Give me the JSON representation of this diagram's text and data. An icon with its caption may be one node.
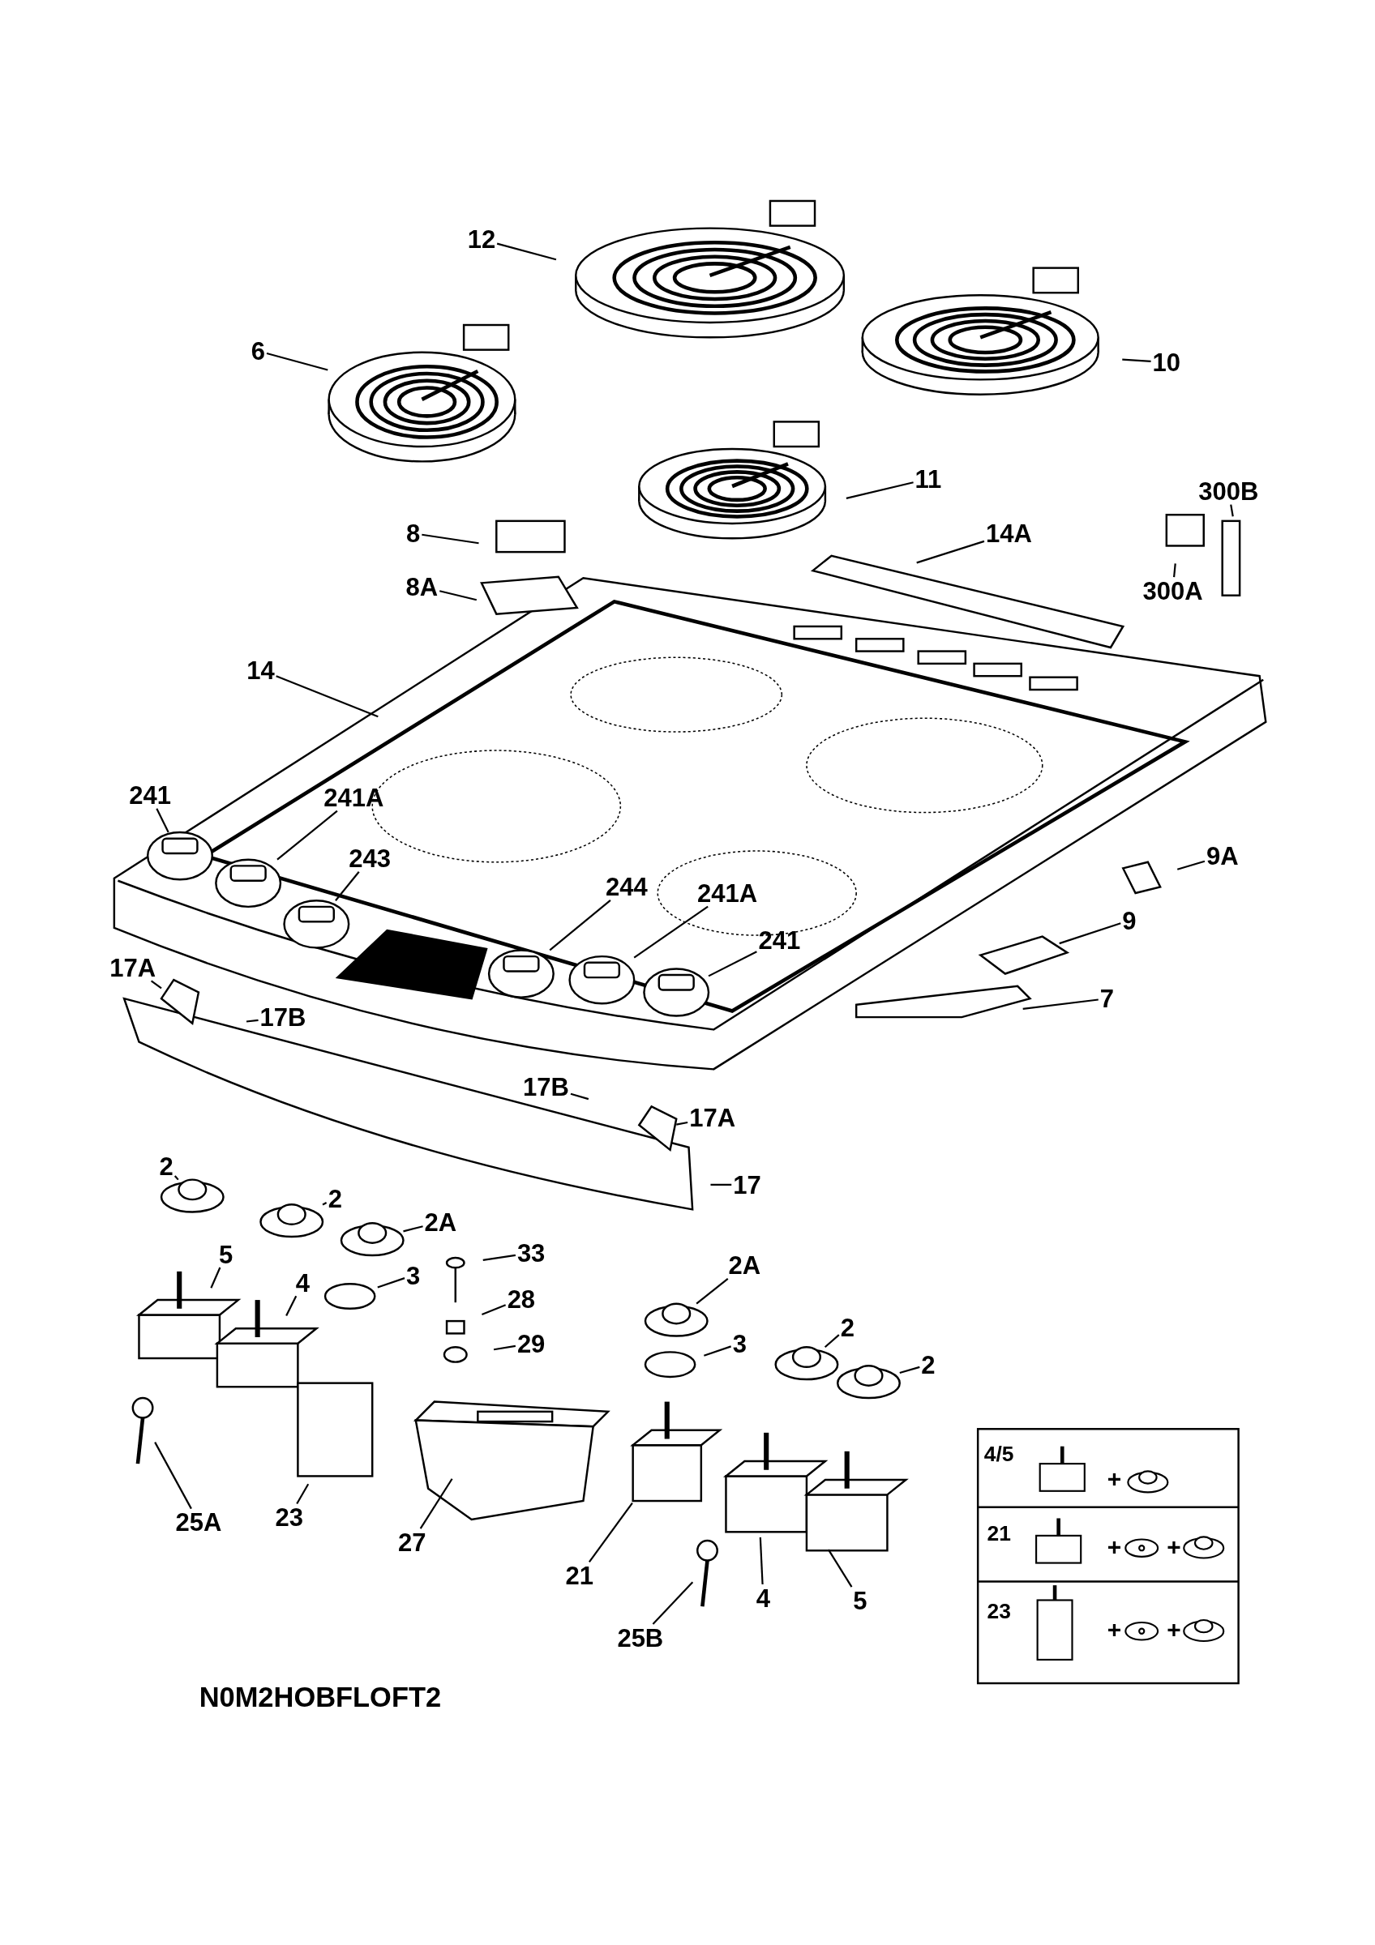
{
  "diagram": {
    "nodes": [
      {
        "text": [
          "12"
        ]
      },
      {
        "text": [
          "6"
        ]
      },
      {
        "text": [
          "10"
        ]
      },
      {
        "text": [
          "11"
        ]
      },
      {
        "text": [
          "8"
        ]
      },
      {
        "text": [
          "8A"
        ]
      },
      {
        "text": [
          "14A"
        ]
      },
      {
        "text": [
          "300B"
        ]
      },
      {
        "text": [
          "300A"
        ]
      },
      {
        "text": [
          "14"
        ]
      },
      {
        "text": [
          "241"
        ]
      },
      {
        "text": [
          "241A"
        ]
      },
      {
        "text": [
          "243"
        ]
      },
      {
        "text": [
          "244"
        ]
      },
      {
        "text": [
          "241A"
        ]
      },
      {
        "text": [
          "241"
        ]
      },
      {
        "text": [
          "9A"
        ]
      },
      {
        "text": [
          "9"
        ]
      },
      {
        "text": [
          "7"
        ]
      },
      {
        "text": [
          "17A"
        ]
      },
      {
        "text": [
          "17B"
        ]
      },
      {
        "text": [
          "17B"
        ]
      },
      {
        "text": [
          "17A"
        ]
      },
      {
        "text": [
          "17"
        ]
      },
      {
        "text": [
          "2"
        ]
      },
      {
        "text": [
          "2"
        ]
      },
      {
        "text": [
          "2A"
        ]
      },
      {
        "text": [
          "33"
        ]
      },
      {
        "text": [
          "5"
        ]
      },
      {
        "text": [
          "4"
        ]
      },
      {
        "text": [
          "3"
        ]
      },
      {
        "text": [
          "28"
        ]
      },
      {
        "text": [
          "29"
        ]
      },
      {
        "text": [
          "2A"
        ]
      },
      {
        "text": [
          "3"
        ]
      },
      {
        "text": [
          "2"
        ]
      },
      {
        "text": [
          "2"
        ]
      },
      {
        "text": [
          "25A"
        ]
      },
      {
        "text": [
          "23"
        ]
      },
      {
        "text": [
          "27"
        ]
      },
      {
        "text": [
          "21"
        ]
      },
      {
        "text": [
          "4"
        ]
      },
      {
        "text": [
          "5"
        ]
      },
      {
        "text": [
          "25B"
        ]
      },
      {
        "text": [],
        "shape": "knob"
      },
      {
        "text": [],
        "shape": "knob"
      },
      {
        "text": [],
        "shape": "knob"
      },
      {
        "text": [],
        "shape": "knob"
      },
      {
        "text": [],
        "shape": "knob"
      },
      {
        "text": [],
        "shape": "knob"
      },
      {
        "text": [],
        "shape": "bracket"
      },
      {
        "text": [],
        "shape": "bracket"
      },
      {
        "text": [],
        "shape": "bushing"
      },
      {
        "text": [],
        "shape": "bushing"
      },
      {
        "text": [],
        "shape": "bushing"
      },
      {
        "text": [],
        "shape": "bushing"
      },
      {
        "text": [],
        "shape": "bushing"
      },
      {
        "text": [],
        "shape": "bushing"
      }
    ],
    "edges": [
      {
        "from": 0,
        "to": null,
        "arrow": "none"
      },
      {
        "from": 1,
        "to": null,
        "arrow": "none"
      },
      {
        "from": 2,
        "to": null,
        "arrow": "none"
      },
      {
        "from": 3,
        "to": null,
        "arrow": "none"
      },
      {
        "from": 4,
        "to": null,
        "arrow": "none"
      },
      {
        "from": 5,
        "to": null,
        "arrow": "none"
      },
      {
        "from": 6,
        "to": null,
        "arrow": "none"
      },
      {
        "from": 7,
        "to": null,
        "arrow": "none"
      },
      {
        "from": 8,
        "to": null,
        "arrow": "none"
      },
      {
        "from": 9,
        "to": null,
        "arrow": "none"
      },
      {
        "from": 10,
        "to": 44,
        "arrow": "none"
      },
      {
        "from": 11,
        "to": 45,
        "arrow": "none"
      },
      {
        "from": 12,
        "to": 46,
        "arrow": "none"
      },
      {
        "from": 13,
        "to": 47,
        "arrow": "none"
      },
      {
        "from": 14,
        "to": 48,
        "arrow": "none"
      },
      {
        "from": 15,
        "to": 49,
        "arrow": "none"
      },
      {
        "from": 16,
        "to": null,
        "arrow": "none"
      },
      {
        "from": 17,
        "to": null,
        "arrow": "none"
      },
      {
        "from": 18,
        "to": null,
        "arrow": "none"
      },
      {
        "from": 19,
        "to": 50,
        "arrow": "none"
      },
      {
        "from": 20,
        "to": null,
        "arrow": "none"
      },
      {
        "from": 21,
        "to": null,
        "arrow": "none"
      },
      {
        "from": 22,
        "to": 51,
        "arrow": "none"
      },
      {
        "from": 23,
        "to": null,
        "arrow": "none"
      },
      {
        "from": 24,
        "to": 52,
        "arrow": "none"
      },
      {
        "from": 25,
        "to": 53,
        "arrow": "none"
      },
      {
        "from": 26,
        "to": 54,
        "arrow": "none"
      },
      {
        "from": 27,
        "to": null,
        "arrow": "none"
      },
      {
        "from": 28,
        "to": null,
        "arrow": "none"
      },
      {
        "from": 29,
        "to": null,
        "arrow": "none"
      },
      {
        "from": 30,
        "to": null,
        "arrow": "none"
      },
      {
        "from": 31,
        "to": null,
        "arrow": "none"
      },
      {
        "from": 32,
        "to": null,
        "arrow": "none"
      },
      {
        "from": 33,
        "to": 55,
        "arrow": "none"
      },
      {
        "from": 34,
        "to": null,
        "arrow": "none"
      },
      {
        "from": 35,
        "to": 56,
        "arrow": "none"
      },
      {
        "from": 36,
        "to": 57,
        "arrow": "none"
      },
      {
        "from": 37,
        "to": null,
        "arrow": "none"
      },
      {
        "from": 38,
        "to": null,
        "arrow": "none"
      },
      {
        "from": 39,
        "to": null,
        "arrow": "none"
      },
      {
        "from": 40,
        "to": null,
        "arrow": "none"
      },
      {
        "from": 41,
        "to": null,
        "arrow": "none"
      },
      {
        "from": 42,
        "to": null,
        "arrow": "none"
      },
      {
        "from": 43,
        "to": null,
        "arrow": "none"
      }
    ],
    "labels": [
      "4/5",
      "+",
      "21",
      "+",
      "+",
      "23",
      "+",
      "+",
      "N0M2HOBFLOFT2"
    ]
  }
}
